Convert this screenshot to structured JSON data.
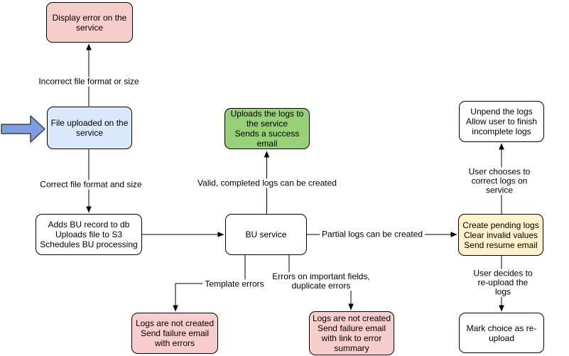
{
  "diagram_type": "flowchart",
  "colors": {
    "stroke": "#000000",
    "error_fill": "#F8CECC",
    "input_fill": "#DAE8FC",
    "success_fill": "#97D077",
    "pending_fill": "#FFF2CC",
    "process_fill": "#FFFFFF",
    "block_arrow_fill": "#7D9FE0"
  },
  "block_arrow": {
    "name": "input-arrow",
    "fill": "#7D9FE0"
  },
  "nodes": [
    {
      "id": "display-error",
      "label": "Display error on the\nservice",
      "fill": "#F8CECC"
    },
    {
      "id": "file-uploaded",
      "label": "File uploaded on the\nservice",
      "fill": "#DAE8FC"
    },
    {
      "id": "adds-bu-record",
      "label": "Adds BU record to db\nUploads file to S3\nSchedules BU processing",
      "fill": "#FFFFFF"
    },
    {
      "id": "bu-service",
      "label": "BU service",
      "fill": "#FFFFFF"
    },
    {
      "id": "uploads-logs",
      "label": "Uploads the logs to\nthe service\nSends a success\nemail",
      "fill": "#97D077"
    },
    {
      "id": "create-pending-logs",
      "label": "Create pending logs\nClear invalid values\nSend resume email",
      "fill": "#FFF2CC"
    },
    {
      "id": "unpend-logs",
      "label": "Unpend the logs\nAllow user to finish\nincomplete logs",
      "fill": "#FFFFFF"
    },
    {
      "id": "mark-reupload",
      "label": "Mark choice as re-\nupload",
      "fill": "#FFFFFF"
    },
    {
      "id": "logs-not-created-errors",
      "label": "Logs are not created\nSend failure email\nwith errors",
      "fill": "#F8CECC"
    },
    {
      "id": "logs-not-created-summary",
      "label": "Logs are not created\nSend failure email\nwith link to error\nsummary",
      "fill": "#F8CECC"
    }
  ],
  "edge_labels": [
    {
      "id": "incorrect-format",
      "text": "Incorrect file format or size"
    },
    {
      "id": "correct-format",
      "text": "Correct file format and size"
    },
    {
      "id": "valid-logs",
      "text": "Valid, completed logs can be created"
    },
    {
      "id": "partial-logs",
      "text": "Partial logs can be created"
    },
    {
      "id": "correct-on-service",
      "text": "User chooses to correct logs on service"
    },
    {
      "id": "reupload-logs",
      "text": "User decides to re-upload the logs"
    },
    {
      "id": "template-errors",
      "text": "Template errors"
    },
    {
      "id": "field-errors",
      "text": "Errors on important fields,\nduplicate errors"
    }
  ]
}
